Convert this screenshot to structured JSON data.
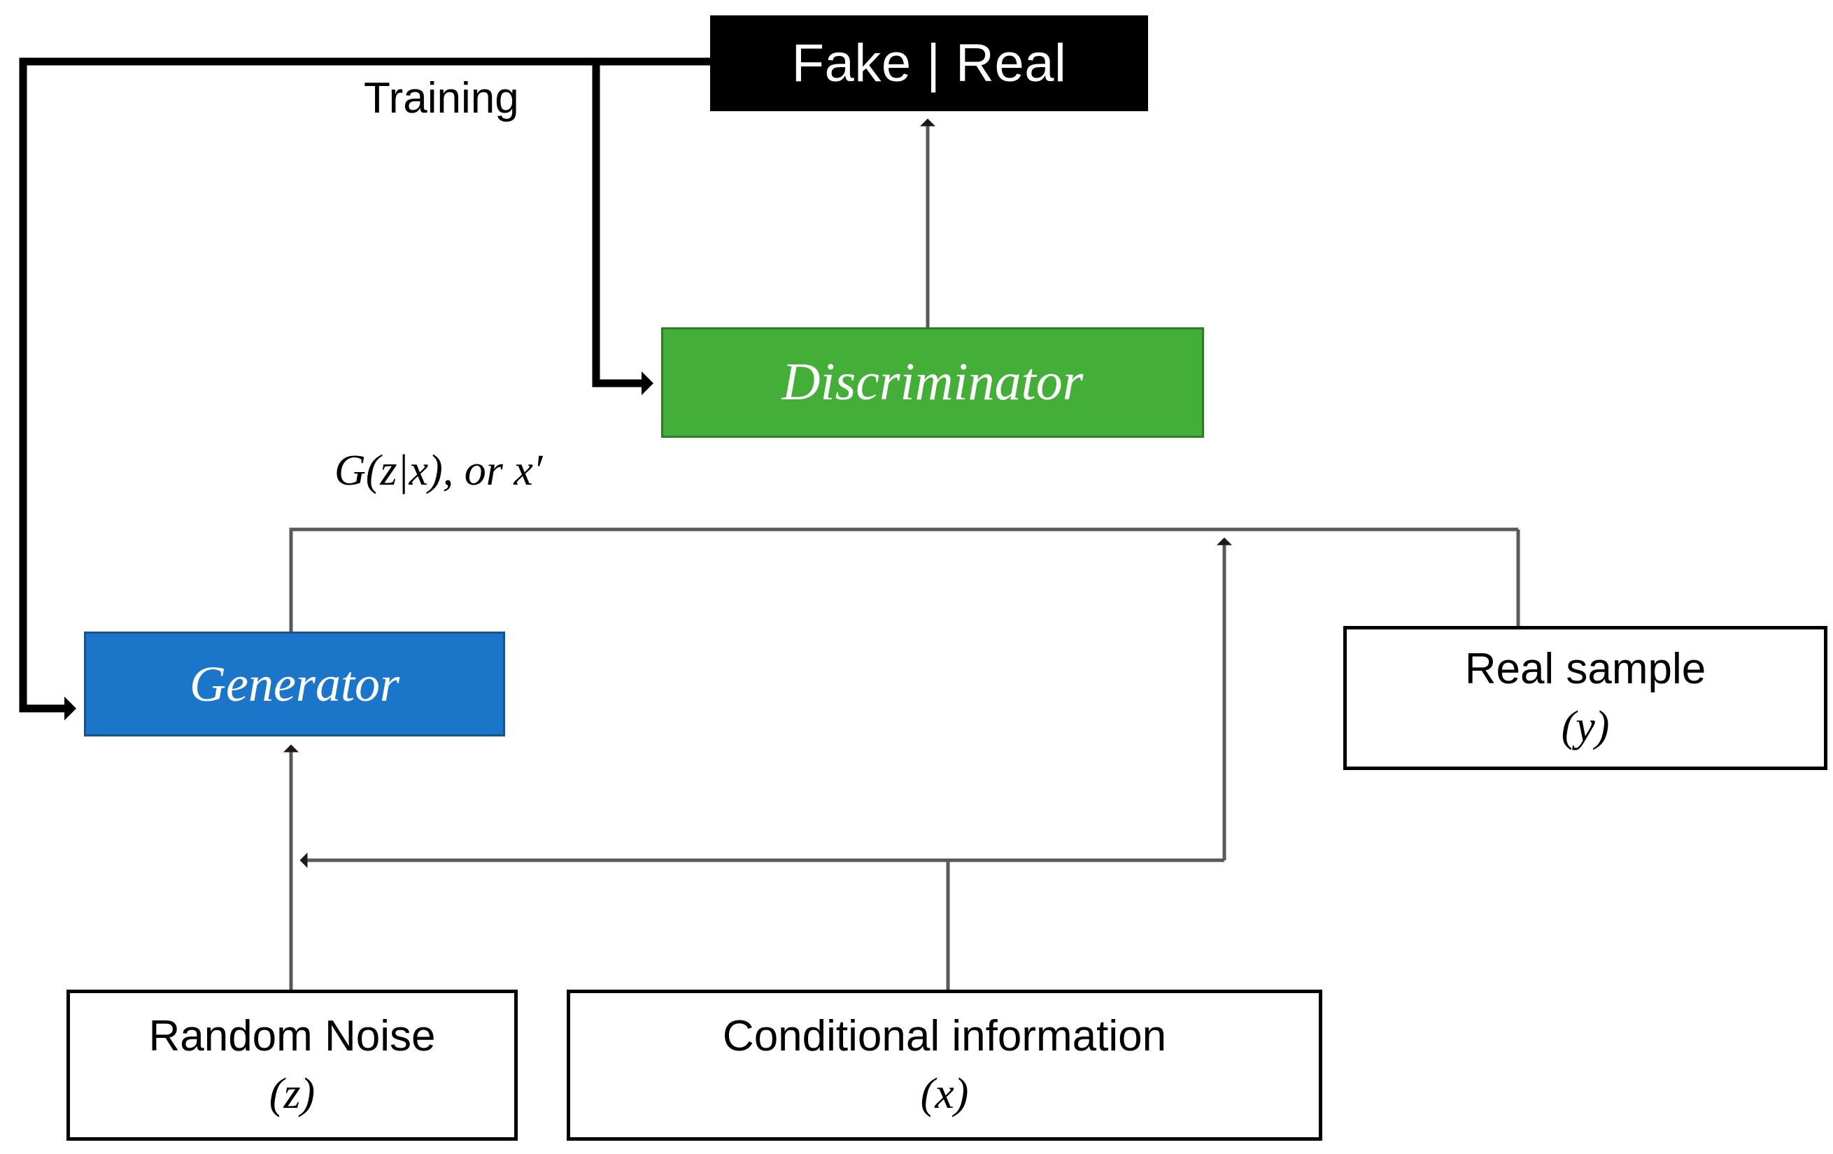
{
  "diagram": {
    "title": "Conditional GAN architecture",
    "background": "#ffffff",
    "colors": {
      "discriminator_fill": "#43ae38",
      "discriminator_border": "#2e7d25",
      "generator_fill": "#1b76c9",
      "generator_border": "#14558f",
      "verdict_fill": "#000000",
      "verdict_text": "#ffffff",
      "plain_border": "#000000",
      "thick_edge": "#000000",
      "thin_edge": "#595959"
    },
    "nodes": {
      "verdict": {
        "label": "Fake | Real"
      },
      "discriminator": {
        "label": "Discriminator"
      },
      "generator": {
        "label": "Generator"
      },
      "real_sample": {
        "label": "Real sample",
        "variable": "(y)"
      },
      "random_noise": {
        "label": "Random Noise",
        "variable": "(z)"
      },
      "conditional_information": {
        "label": "Conditional information",
        "variable": "(x)"
      }
    },
    "labels": {
      "training": "Training",
      "generator_output": "G(z|x), or x′"
    },
    "edges": [
      {
        "name": "discriminator-to-verdict",
        "from": "discriminator",
        "to": "verdict",
        "style": "thin",
        "arrow": "up"
      },
      {
        "name": "training-feedback-to-discriminator",
        "from": "verdict",
        "to": "discriminator",
        "style": "thick",
        "arrow": "right",
        "label": "Training"
      },
      {
        "name": "training-feedback-to-generator",
        "from": "verdict",
        "to": "generator",
        "style": "thick",
        "arrow": "right",
        "label": "Training"
      },
      {
        "name": "generator-to-discriminator",
        "from": "generator",
        "to": "discriminator",
        "style": "thin",
        "arrow": "up",
        "label": "G(z|x), or x′"
      },
      {
        "name": "real-sample-to-discriminator",
        "from": "real_sample",
        "to": "discriminator",
        "style": "thin",
        "arrow": "up"
      },
      {
        "name": "random-noise-to-generator",
        "from": "random_noise",
        "to": "generator",
        "style": "thin",
        "arrow": "up"
      },
      {
        "name": "conditional-information-to-generator",
        "from": "conditional_information",
        "to": "generator",
        "style": "thin",
        "arrow": "left"
      },
      {
        "name": "conditional-information-to-discriminator",
        "from": "conditional_information",
        "to": "discriminator",
        "style": "thin",
        "arrow": "up"
      }
    ]
  }
}
